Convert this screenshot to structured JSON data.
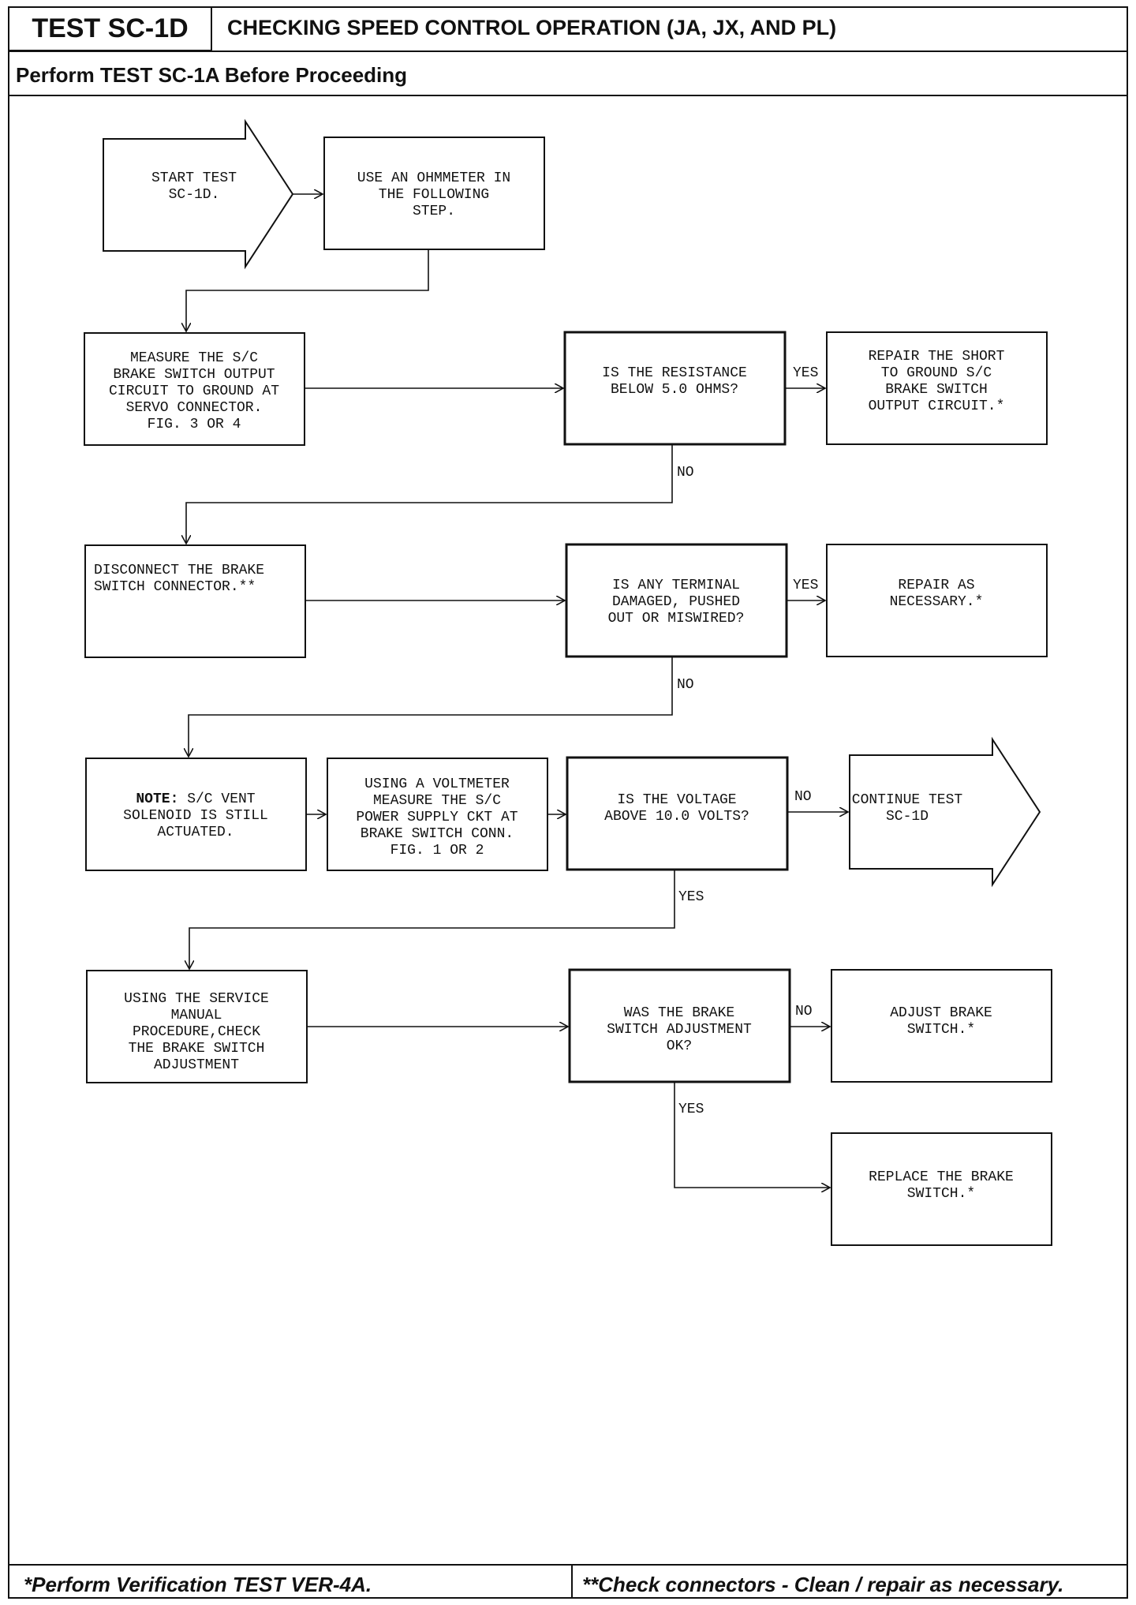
{
  "header": {
    "test_id": "TEST SC-1D",
    "title": "CHECKING SPEED CONTROL OPERATION (JA, JX, AND PL)",
    "prerequisite": "Perform TEST SC-1A Before Proceeding"
  },
  "footer": {
    "left_note": "*Perform Verification TEST VER-4A.",
    "right_note": "**Check connectors - Clean / repair as necessary."
  },
  "nodes": {
    "start": [
      "START TEST",
      "SC-1D."
    ],
    "use_ohmmeter": [
      "USE AN OHMMETER IN",
      "THE FOLLOWING",
      "STEP."
    ],
    "measure_circuit": [
      "MEASURE THE S/C",
      "BRAKE SWITCH OUTPUT",
      "CIRCUIT TO GROUND AT",
      "SERVO CONNECTOR.",
      "FIG. 3 OR 4"
    ],
    "q_resistance": [
      "IS THE RESISTANCE",
      "BELOW 5.0 OHMS?"
    ],
    "repair_short": [
      "REPAIR THE SHORT",
      "TO GROUND S/C",
      "BRAKE SWITCH",
      "OUTPUT CIRCUIT.*"
    ],
    "disconnect": [
      "DISCONNECT THE BRAKE",
      "SWITCH CONNECTOR.**"
    ],
    "q_terminal": [
      "IS ANY TERMINAL",
      "DAMAGED, PUSHED",
      "OUT OR MISWIRED?"
    ],
    "repair_necessary": [
      "REPAIR AS",
      "NECESSARY.*"
    ],
    "note_label": "NOTE:",
    "note_rest": [
      " S/C VENT",
      "SOLENOID IS STILL",
      "ACTUATED."
    ],
    "use_voltmeter": [
      "USING A VOLTMETER",
      "MEASURE THE S/C",
      "POWER SUPPLY CKT AT",
      "BRAKE SWITCH CONN.",
      "FIG. 1 OR 2"
    ],
    "q_voltage": [
      "IS THE VOLTAGE",
      "ABOVE 10.0 VOLTS?"
    ],
    "continue": [
      "CONTINUE TEST",
      "SC-1D"
    ],
    "service_manual": [
      "USING THE SERVICE",
      "MANUAL",
      "PROCEDURE,CHECK",
      "THE BRAKE SWITCH",
      "ADJUSTMENT"
    ],
    "q_adjustment": [
      "WAS THE BRAKE",
      "SWITCH ADJUSTMENT",
      "OK?"
    ],
    "adjust_switch": [
      "ADJUST BRAKE",
      "SWITCH.*"
    ],
    "replace_switch": [
      "REPLACE THE BRAKE",
      "SWITCH.*"
    ]
  },
  "edge_labels": {
    "yes": "YES",
    "no": "NO"
  }
}
